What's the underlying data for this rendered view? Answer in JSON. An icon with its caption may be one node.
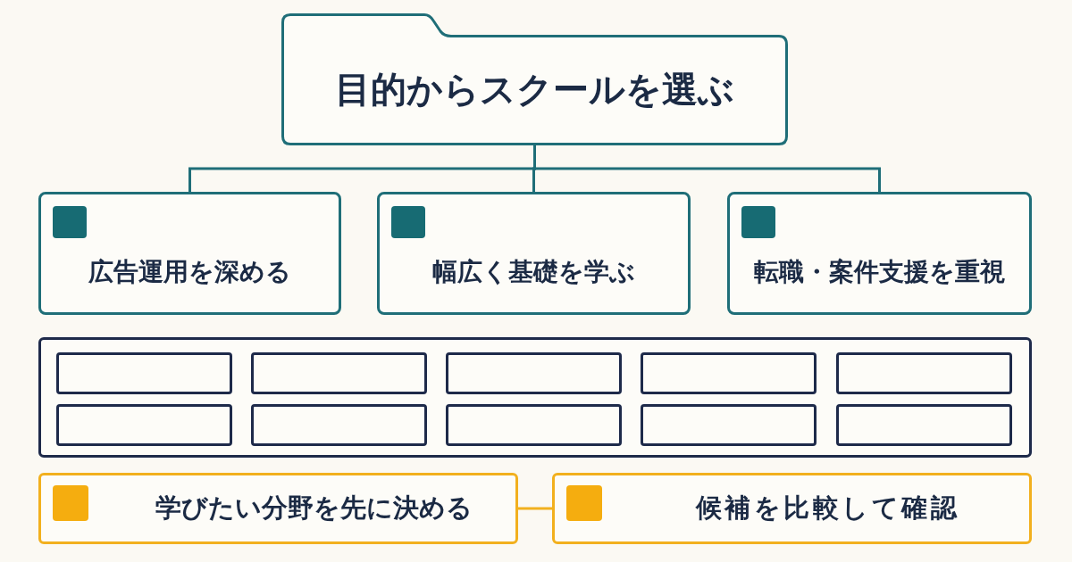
{
  "diagram": {
    "nodes": [
      {
        "text": [
          "目的からスクールを選ぶ"
        ]
      },
      {
        "text": [
          "広告運用を深める"
        ]
      },
      {
        "text": [
          "幅広く基礎を学ぶ"
        ]
      },
      {
        "text": [
          "転職・案件支援を重視"
        ]
      },
      {
        "text": [],
        "shape": "box"
      },
      {
        "text": [],
        "shape": "box",
        "in": 4
      },
      {
        "text": [],
        "shape": "box",
        "in": 4
      },
      {
        "text": [],
        "shape": "box",
        "in": 4
      },
      {
        "text": [],
        "shape": "box",
        "in": 4
      },
      {
        "text": [],
        "shape": "box",
        "in": 4
      },
      {
        "text": [],
        "shape": "box",
        "in": 4
      },
      {
        "text": [],
        "shape": "box",
        "in": 4
      },
      {
        "text": [],
        "shape": "box",
        "in": 4
      },
      {
        "text": [],
        "shape": "box",
        "in": 4
      },
      {
        "text": [],
        "shape": "box",
        "in": 4
      },
      {
        "text": [
          "学びたい分野を先に決める"
        ]
      },
      {
        "text": [
          "候補を比較して確認"
        ]
      }
    ],
    "edges": [
      {
        "from": 0,
        "to": 1,
        "arrow": "none"
      },
      {
        "from": 0,
        "to": 2,
        "arrow": "none"
      },
      {
        "from": 0,
        "to": 3,
        "arrow": "none"
      },
      {
        "from": 15,
        "to": 16,
        "arrow": "none",
        "color": "#f2b01e"
      }
    ]
  }
}
